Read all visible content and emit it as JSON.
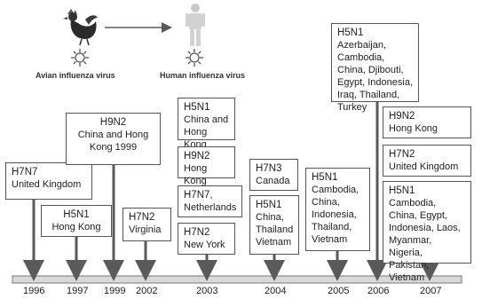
{
  "header": {
    "avian_caption": "Avian influenza virus",
    "human_caption": "Human influenza virus"
  },
  "timeline": {
    "years": [
      "1996",
      "1997",
      "1999",
      "2002",
      "2003",
      "2004",
      "2005",
      "2006",
      "2007"
    ]
  },
  "events": [
    {
      "strain": "H7N7",
      "places": "United Kingdom"
    },
    {
      "strain": "H5N1",
      "places": "Hong Kong"
    },
    {
      "strain": "H9N2",
      "places": "China and Hong Kong 1999"
    },
    {
      "strain": "H7N2",
      "places": "Virginia"
    },
    {
      "strain": "H5N1",
      "places": "China and Hong Kong"
    },
    {
      "strain": "H9N2",
      "places": "Hong Kong"
    },
    {
      "strain": "H7N7,",
      "places": "Netherlands"
    },
    {
      "strain": "H7N2",
      "places": "New York"
    },
    {
      "strain": "H7N3",
      "places": "Canada"
    },
    {
      "strain": "H5N1",
      "places": "China, Thailand Vietnam"
    },
    {
      "strain": "H5N1",
      "places": "Cambodia, China, Indonesia, Thailand, Vietnam"
    },
    {
      "strain": "H5N1",
      "places": "Azerbaijan, Cambodia, China, Djibouti, Egypt, Indonesia, Iraq, Thailand, Turkey"
    },
    {
      "strain": "H9N2",
      "places": "Hong Kong"
    },
    {
      "strain": "H7N2",
      "places": "United Kingdom"
    },
    {
      "strain": "H5N1",
      "places": "Cambodia, China, Egypt, Indonesia, Laos, Myanmar, Nigeria, Pakistan, Vietnam"
    }
  ],
  "colors": {
    "axis": "#d9d9d9",
    "arrow": "#5a5a5a",
    "border": "#555555"
  }
}
